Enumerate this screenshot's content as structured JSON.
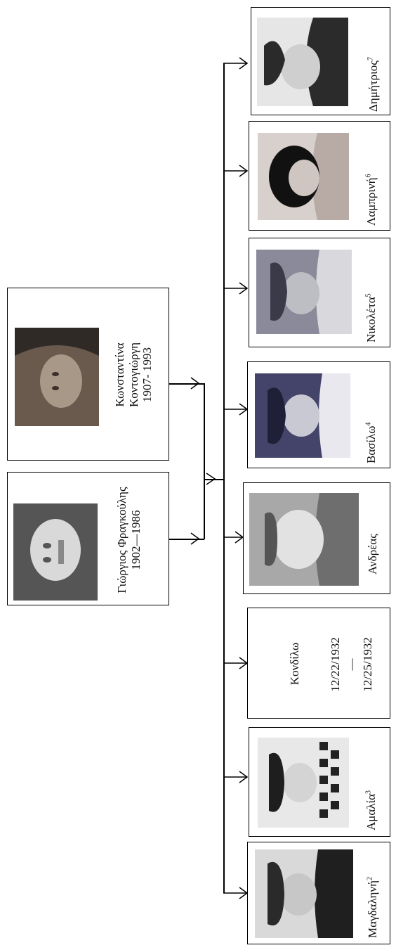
{
  "parents": [
    {
      "name": "Γιώργιος Φραγκούλης",
      "years": "1902—1986"
    },
    {
      "name": "Κωνσταντίνα",
      "surname": "Κοντογιώργη",
      "years": "1907- 1993"
    }
  ],
  "children": [
    {
      "name": "Μαγδαληνή",
      "note": "2"
    },
    {
      "name": "Αμαλία",
      "note": "3"
    },
    {
      "name": "Κονδίλω",
      "birth": "12/22/1932",
      "dash": "—",
      "death": "12/25/1932"
    },
    {
      "name": "Ανδρέας"
    },
    {
      "name": "Βασίλω",
      "note": "4"
    },
    {
      "name": "Νικολέτα",
      "note": "5"
    },
    {
      "name": "Λαμπρινή",
      "note": "6"
    },
    {
      "name": "Δημήτριος",
      "note": "7"
    }
  ],
  "colors": {
    "line": "#000000",
    "box_border": "#000000"
  }
}
